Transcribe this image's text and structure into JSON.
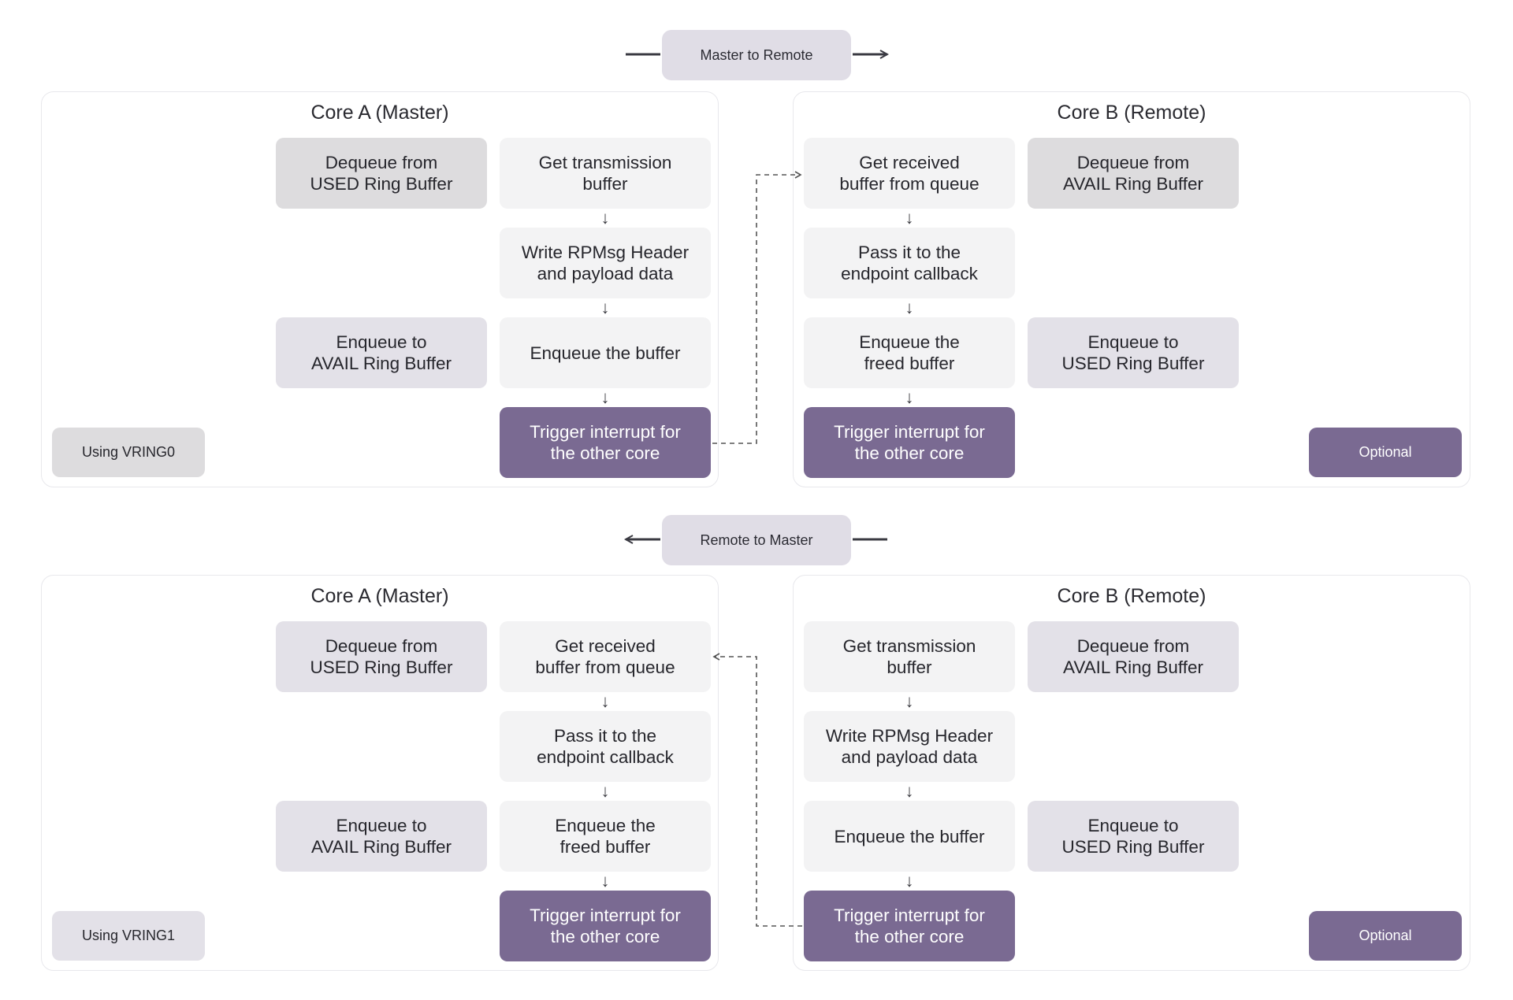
{
  "top": {
    "direction_label": "Master to Remote",
    "core_a": {
      "title": "Core A (Master)",
      "dequeue": "Dequeue from\nUSED Ring Buffer",
      "step1": "Get transmission\nbuffer",
      "step2": "Write RPMsg Header\nand payload data",
      "enqueue": "Enqueue to\nAVAIL Ring Buffer",
      "step3": "Enqueue the buffer",
      "step4": "Trigger interrupt for\nthe other core",
      "tag": "Using VRING0"
    },
    "core_b": {
      "title": "Core B (Remote)",
      "step1": "Get received\nbuffer from queue",
      "dequeue": "Dequeue from\nAVAIL Ring Buffer",
      "step2": "Pass it to the\nendpoint callback",
      "step3": "Enqueue the\nfreed buffer",
      "enqueue": "Enqueue to\nUSED Ring Buffer",
      "step4": "Trigger interrupt for\nthe other core",
      "tag": "Optional"
    }
  },
  "bottom": {
    "direction_label": "Remote to Master",
    "core_a": {
      "title": "Core A (Master)",
      "dequeue": "Dequeue from\nUSED Ring Buffer",
      "step1": "Get received\nbuffer from queue",
      "step2": "Pass it to the\nendpoint callback",
      "enqueue": "Enqueue to\nAVAIL Ring Buffer",
      "step3": "Enqueue the\nfreed buffer",
      "step4": "Trigger interrupt for\nthe other core",
      "tag": "Using VRING1"
    },
    "core_b": {
      "title": "Core B (Remote)",
      "step1": "Get transmission\nbuffer",
      "dequeue": "Dequeue from\nAVAIL Ring Buffer",
      "step2": "Write RPMsg Header\nand payload data",
      "step3": "Enqueue the buffer",
      "enqueue": "Enqueue to\nUSED Ring Buffer",
      "step4": "Trigger interrupt for\nthe other core",
      "tag": "Optional"
    }
  },
  "arrow_glyph": "↓"
}
